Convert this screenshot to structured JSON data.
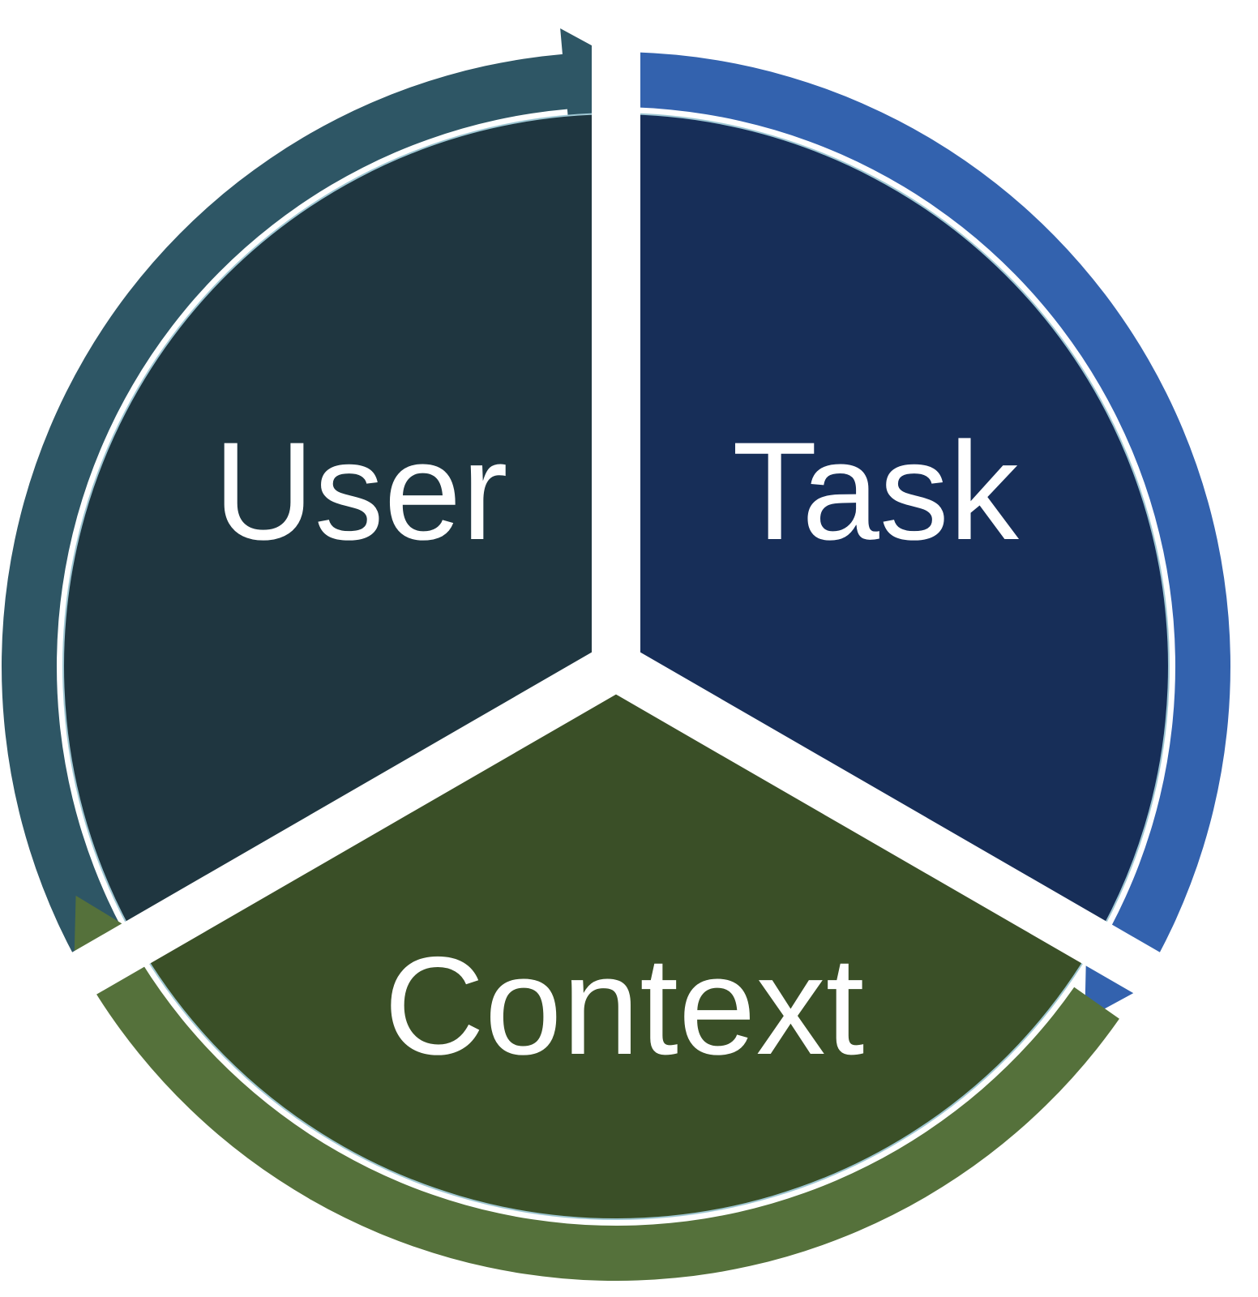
{
  "diagram": {
    "title": "User Task Context cycle",
    "segments": [
      {
        "id": "user",
        "label": "User",
        "fill": "#1f3640",
        "arrow": "#2e5665"
      },
      {
        "id": "task",
        "label": "Task",
        "fill": "#172e58",
        "arrow": "#3362ae"
      },
      {
        "id": "context",
        "label": "Context",
        "fill": "#3a4f27",
        "arrow": "#55713b"
      }
    ],
    "background": "#ffffff"
  }
}
